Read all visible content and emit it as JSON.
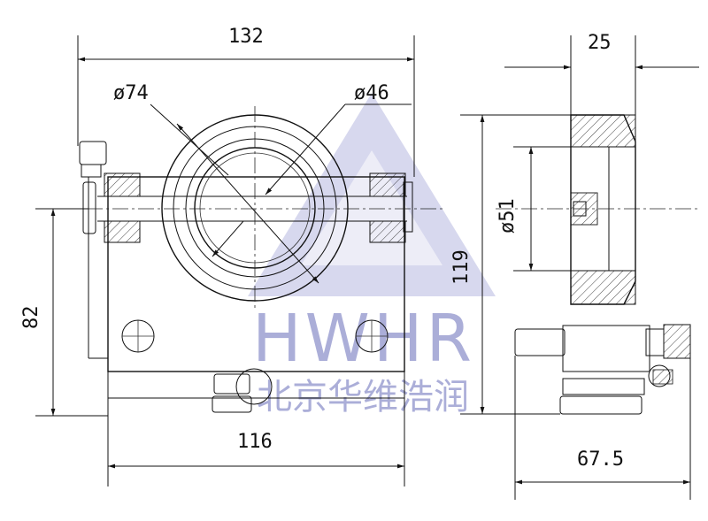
{
  "labels": {
    "width_top": "132",
    "width_bottom": "116",
    "height_left": "82",
    "height_right": "119",
    "diameter_outer": "ø74",
    "diameter_inner": "ø46",
    "side_thickness": "25",
    "side_diameter": "ø51",
    "side_depth": "67.5"
  },
  "watermark": {
    "brand": "HWHR",
    "company": "北京华维浩润"
  },
  "colors": {
    "line": "#111111",
    "watermark": "#9da0d2"
  }
}
